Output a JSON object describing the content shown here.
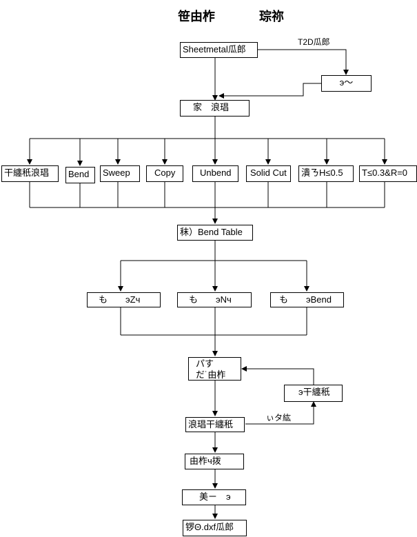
{
  "title": {
    "left": "笹由柞",
    "right": "琮祢"
  },
  "labels": {
    "t2d": "T2D瓜郎",
    "loop": "ぃタ紘"
  },
  "nodes": {
    "sheetmetal": "Sheetmetal瓜郎",
    "side1": "э〜",
    "config": "家　浪琩",
    "b1": "干纏秖浪琩",
    "b2": "Bend",
    "b3": "Sweep",
    "b4": "Copy",
    "b5": "Unbend",
    "b6": "Solid Cut",
    "b7": "潰ㄋH≤0.5",
    "b8": "T≤0.3&R=0",
    "bendtable": "秣）Bend Table",
    "c1": "も　　эZч",
    "c2": "も　　эNч",
    "c3": "も　　эBend",
    "check": "パす\nだ˙由柞",
    "side2": "э干纏秖",
    "verify": "浪琩干纏秖",
    "flat": "由柞ч拨",
    "dim": "美ㄧ　э",
    "dxf": "锣Θ.dxf瓜郎"
  }
}
